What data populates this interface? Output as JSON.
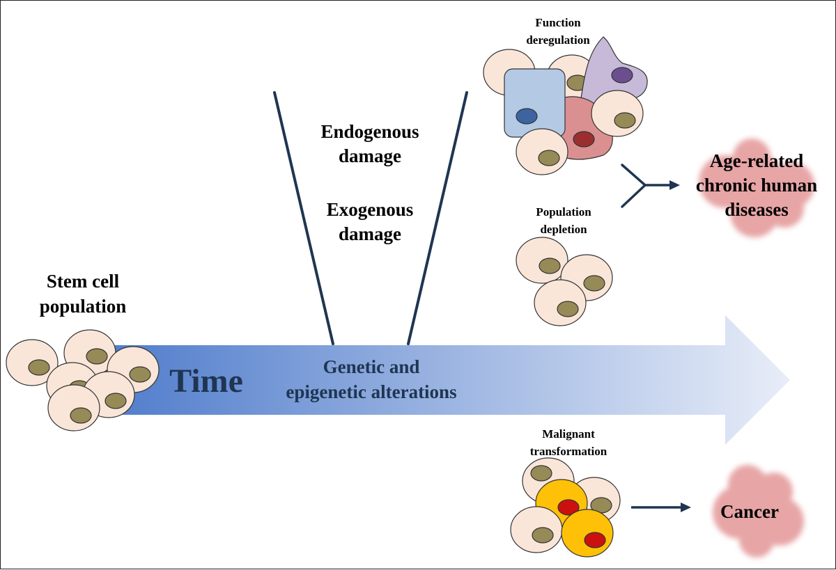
{
  "labels": {
    "stem_cell_population": [
      "Stem cell",
      "population"
    ],
    "time": "Time",
    "genetic_alterations": [
      "Genetic and",
      "epigenetic alterations"
    ],
    "endogenous_damage": [
      "Endogenous",
      "damage"
    ],
    "exogenous_damage": [
      "Exogenous",
      "damage"
    ],
    "function_deregulation": [
      "Function",
      "deregulation"
    ],
    "population_depletion": [
      "Population",
      "depletion"
    ],
    "malignant_transformation": [
      "Malignant",
      "transformation"
    ],
    "age_related_diseases": [
      "Age-related",
      "chronic human",
      "diseases"
    ],
    "cancer": "Cancer"
  },
  "colors": {
    "arrow_dark": "#4f7ccb",
    "arrow_light": "#e8edf8",
    "line": "#1f3552",
    "cell_fill": "#fae6d9",
    "cell_stroke": "#333333",
    "nucleus": "#968a57",
    "blue_cell": "#b4c9e4",
    "blue_nucleus": "#3d64a1",
    "red_cell": "#da9090",
    "red_nucleus": "#9b2f2f",
    "purple_cell": "#c6bad8",
    "purple_nucleus": "#6b4e90",
    "malignant_cell": "#ffc107",
    "malignant_nucleus": "#cc1010",
    "disease_cloud": "#e7a5a6"
  }
}
